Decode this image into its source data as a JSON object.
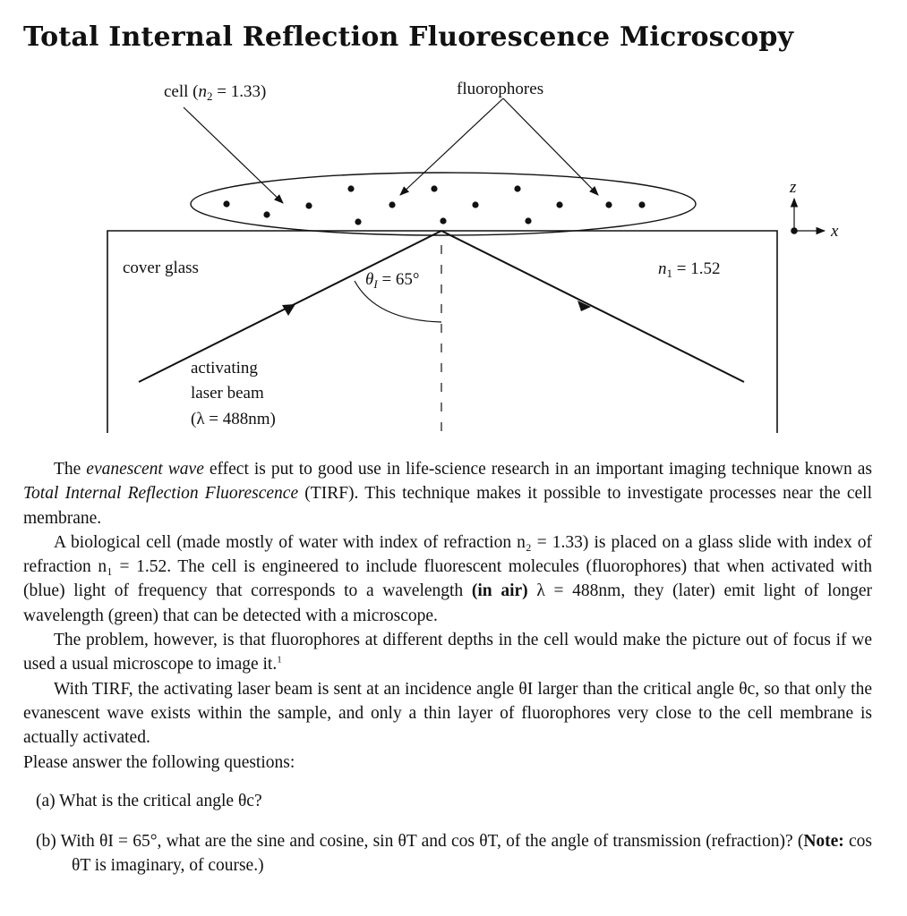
{
  "title": "Total Internal Reflection Fluorescence Microscopy",
  "figure": {
    "label_cell_prefix": "cell (",
    "label_cell_n": "n",
    "label_cell_sub": "2",
    "label_cell_suffix": " = 1.33)",
    "label_fluorophores": "fluorophores",
    "label_cover_glass": "cover glass",
    "label_n1_n": "n",
    "label_n1_sub": "1",
    "label_n1_suffix": " = 1.52",
    "label_theta": "θ",
    "label_theta_sub": "I",
    "label_theta_suffix": " = 65°",
    "label_laser_1": "activating",
    "label_laser_2": "laser beam",
    "label_laser_3": "(λ = 488nm)",
    "axis_z": "z",
    "axis_x": "x"
  },
  "text": {
    "p1_a": "The ",
    "p1_em1": "evanescent wave",
    "p1_b": " effect is put to good use in life-science research in an important imaging technique known as ",
    "p1_em2": "Total Internal Reflection Fluorescence",
    "p1_c": " (TIRF). This technique makes it possible to investigate processes near the cell membrane.",
    "p2_a": "A biological cell (made mostly of water with index of refraction n₂ = 1.33) is placed on a glass slide with index of refraction n₁ = 1.52. The cell is engineered to include fluorescent molecules (fluorophores) that when activated with (blue) light of frequency that corresponds to a wavelength ",
    "p2_bold": "(in air)",
    "p2_b": " λ = 488nm, they (later) emit light of longer wavelength (green) that can be detected with a microscope.",
    "p3": "The problem, however, is that fluorophores at different depths in the cell would make the picture out of focus if we used a usual microscope to image it.",
    "p3_fn": "1",
    "p4": "With TIRF, the activating laser beam is sent at an incidence angle θI larger than the critical angle θc, so that only the evanescent wave exists within the sample, and only a thin layer of fluorophores very close to the cell membrane is actually activated.",
    "p5": "Please answer the following questions:",
    "qa": "(a)  What is the critical angle θc?",
    "qb_a": "(b)  With θI = 65°, what are the sine and cosine, sin θT and cos θT, of the angle of transmission (refraction)? (",
    "qb_bold": "Note:",
    "qb_b": " cos θT is imaginary, of course.)"
  }
}
